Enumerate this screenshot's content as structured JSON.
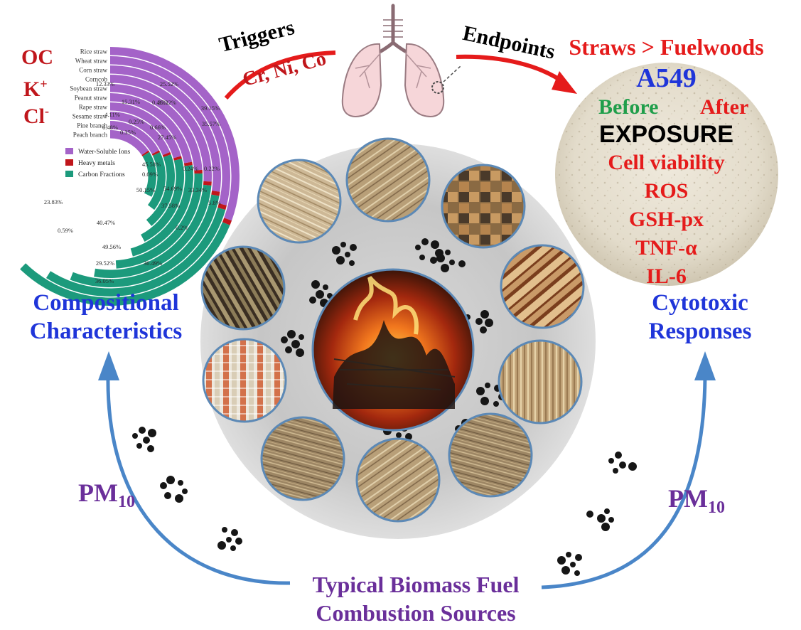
{
  "left_ions": [
    "OC",
    "K",
    "+",
    "Cl",
    "-"
  ],
  "triggers": {
    "label": "Triggers",
    "metals": "Cr, Ni, Co"
  },
  "endpoints": {
    "label": "Endpoints"
  },
  "comparison": "Straws > Fuelwoods",
  "cell_line": "A549",
  "before": "Before",
  "after": "After",
  "exposure": "EXPOSURE",
  "responses_list": [
    "Cell viability",
    "ROS",
    "GSH-px",
    "TNF-α",
    "IL-6"
  ],
  "left_title": [
    "Compositional",
    "Characteristics"
  ],
  "right_title": [
    "Cytotoxic",
    "Responses"
  ],
  "bottom_title": [
    "Typical Biomass Fuel",
    "Combustion Sources"
  ],
  "pm_left": {
    "base": "PM",
    "sub": "10"
  },
  "pm_right": {
    "base": "PM",
    "sub": "10"
  },
  "colors": {
    "water_soluble": "#a463c8",
    "heavy_metals": "#c0161b",
    "carbon": "#1c9a7c",
    "arrow_red": "#e51b1b",
    "arrow_blue": "#4a86c8"
  },
  "chart_data": {
    "type": "radial-stacked-bar",
    "categories": [
      "Rice straw",
      "Wheat straw",
      "Corn straw",
      "Corncob",
      "Soybean straw",
      "Peanut straw",
      "Rape straw",
      "Sesame straw",
      "Pine branch",
      "Peach branch"
    ],
    "series": [
      {
        "name": "Water-Soluble Ions"
      },
      {
        "name": "Heavy metals"
      },
      {
        "name": "Carbon Fractions"
      }
    ],
    "value_labels": [
      "12.33%",
      "25.52%",
      "0.46%",
      "39.15%",
      "15.31%",
      "25.22%",
      "35.57%",
      "4.11%",
      "0.25%",
      "6.48%",
      "0.35%",
      "0.66%",
      "27.45%",
      "45.58%",
      "0.09%",
      "0.24%",
      "0.22%",
      "50.15%",
      "54.69%",
      "33.34%",
      "23.83%",
      "37.58%",
      "5.8%",
      "40.47%",
      "0.2%",
      "0.59%",
      "49.56%",
      "29.52%",
      "36.49%",
      "36.05%"
    ]
  }
}
